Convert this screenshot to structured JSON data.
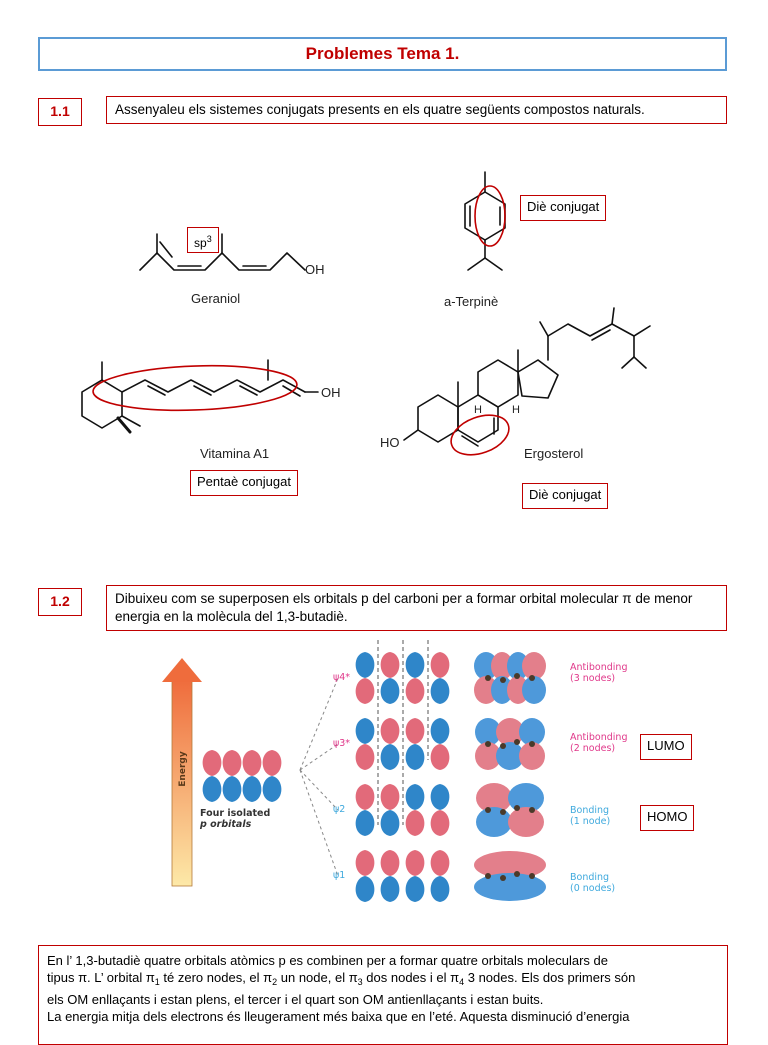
{
  "title": "Problemes Tema 1.",
  "problem1": {
    "number": "1.1",
    "question": "Assenyaleu els sistemes conjugats presents en els quatre següents compostos naturals.",
    "compounds": {
      "geraniol": {
        "name": "Geraniol",
        "tag_base": "sp",
        "tag_sup": "3",
        "oh": "OH"
      },
      "terpinene": {
        "name": "a-Terpinè",
        "tag": "Diè conjugat"
      },
      "vitamin": {
        "name": "Vitamina A1",
        "tag": "Pentaè conjugat",
        "oh": "OH"
      },
      "ergosterol": {
        "name": "Ergosterol",
        "tag": "Diè conjugat",
        "ho": "HO",
        "h1": "H",
        "h2": "H"
      }
    }
  },
  "problem2": {
    "number": "1.2",
    "question_part1": "Dibuixeu com se superposen els orbitals p del carboni per a formar orbital molecular ",
    "pi": "π",
    "question_part2": " de menor energia en la molècula del 1,3-butadiè.",
    "diagram": {
      "energy_label": "Energy",
      "isolated_label_line1": "Four isolated",
      "isolated_label_line2": "p orbitals",
      "levels": [
        {
          "symbol": "ψ4*",
          "type": "Antibonding",
          "nodes": "(3 nodes)"
        },
        {
          "symbol": "ψ3*",
          "type": "Antibonding",
          "nodes": "(2 nodes)",
          "tag": "LUMO"
        },
        {
          "symbol": "ψ2",
          "type": "Bonding",
          "nodes": "(1 node)",
          "tag": "HOMO"
        },
        {
          "symbol": "ψ1",
          "type": "Bonding",
          "nodes": "(0 nodes)"
        }
      ]
    },
    "colors": {
      "antibonding": "#e0388a",
      "bonding": "#3fa9dd",
      "lobe_red": "#e26a7a",
      "lobe_blue": "#2f86c9",
      "accent": "#c00000",
      "frame": "#5b9bd5"
    }
  },
  "explanation": {
    "l1a": "En l’ 1,3-butadiè quatre orbitals atòmics p es combinen per a formar quatre orbitals moleculars de",
    "l2a": "tipus π. L’ orbital π",
    "l2s1": "1",
    "l2b": " té zero nodes, el π",
    "l2s2": "2",
    "l2c": " un node, el π",
    "l2s3": "3",
    "l2d": " dos nodes i el π",
    "l2s4": "4",
    "l2e": " 3 nodes. Els dos primers són",
    "l3": "els OM enllaçants i estan plens, el tercer i el quart son OM antienllaçants i estan buits.",
    "l4": "La energia mitja dels electrons és lleugerament més baixa que en l’eté. Aquesta disminució d’energia"
  }
}
